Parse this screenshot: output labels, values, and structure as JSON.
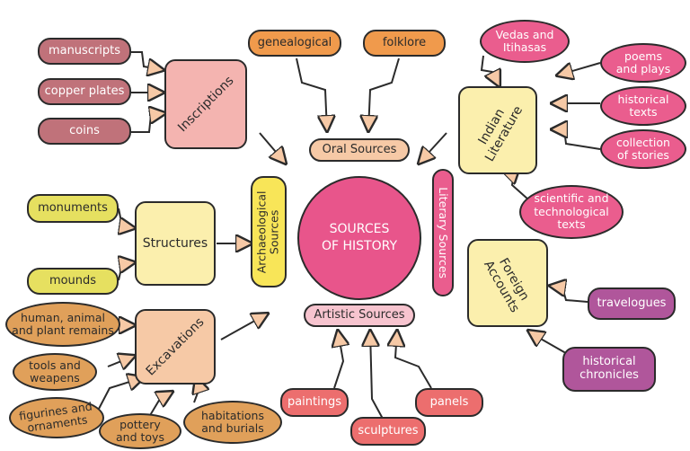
{
  "center": {
    "line1": "SOURCES",
    "line2": "OF HISTORY"
  },
  "main_categories": {
    "oral": "Oral Sources",
    "archaeological": {
      "line1": "Archaeological",
      "line2": "Sources"
    },
    "literary": "Literary Sources",
    "artistic": "Artistic Sources"
  },
  "hubs": {
    "inscriptions": "Inscriptions",
    "structures": "Structures",
    "excavations": "Excavations",
    "indian_literature": {
      "line1": "Indian",
      "line2": "Literature"
    },
    "foreign_accounts": {
      "line1": "Foreign",
      "line2": "Accounts"
    }
  },
  "inscriptions_items": [
    "manuscripts",
    "copper plates",
    "coins"
  ],
  "oral_items": [
    "genealogical",
    "folklore"
  ],
  "structures_items": [
    "monuments",
    "mounds"
  ],
  "excavations_items": {
    "remains": {
      "line1": "human, animal",
      "line2": "and plant remains"
    },
    "tools": {
      "line1": "tools and",
      "line2": "weapens"
    },
    "figurines": {
      "line1": "figurines and",
      "line2": "ornaments"
    },
    "pottery": {
      "line1": "pottery",
      "line2": "and toys"
    },
    "habitations": {
      "line1": "habitations",
      "line2": "and burials"
    }
  },
  "indian_literature_items": {
    "vedas": {
      "line1": "Vedas and",
      "line2": "Itihasas"
    },
    "poems": {
      "line1": "poems",
      "line2": "and plays"
    },
    "historical_texts": {
      "line1": "historical",
      "line2": "texts"
    },
    "stories": {
      "line1": "collection",
      "line2": "of stories"
    },
    "scientific": {
      "line1": "scientific and",
      "line2": "technological",
      "line3": "texts"
    }
  },
  "foreign_accounts_items": {
    "travelogues": "travelogues",
    "chronicles": {
      "line1": "historical",
      "line2": "chronicles"
    }
  },
  "artistic_items": [
    "paintings",
    "sculptures",
    "panels"
  ],
  "colors": {
    "outline": "#2b2b2b",
    "center": "#e8558b",
    "inscriptions_leaf": "#c0727a",
    "structures_leaf": "#e6e060",
    "excavations_leaf": "#e0a05a",
    "oral_leaf": "#f09a4c",
    "literature_leaf": "#ea5d8e",
    "foreign_leaf": "#b0569b",
    "artistic_leaf": "#ec6e6e",
    "hub_cream": "#fbefad",
    "hub_salmon": "#f4b4b0",
    "hub_peach": "#f6c9a6",
    "arrowhead": "#f6c9a6"
  }
}
